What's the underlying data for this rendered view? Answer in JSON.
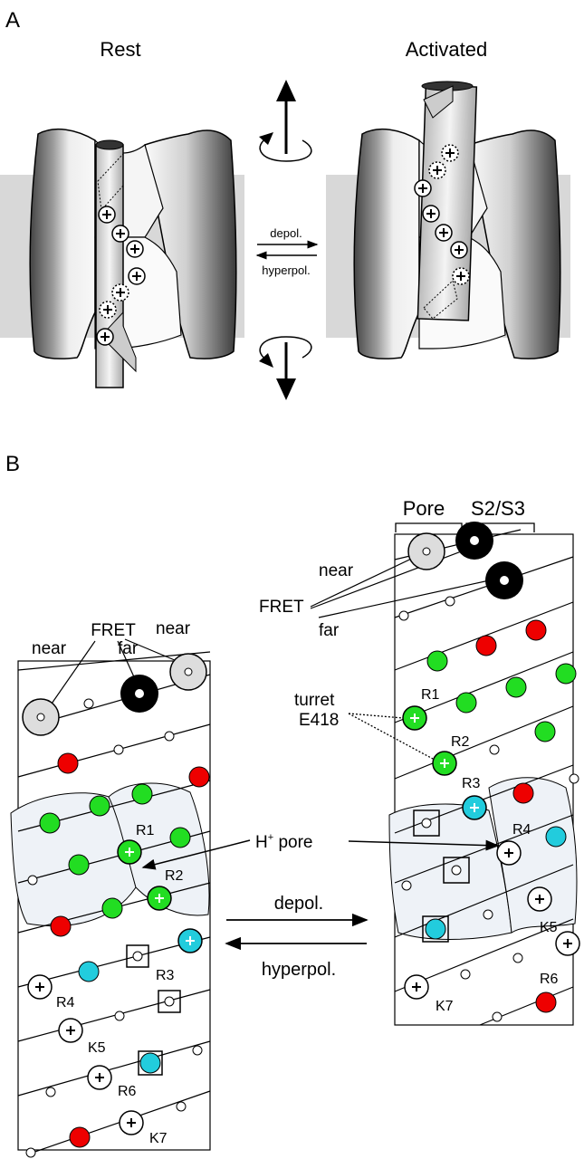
{
  "panel_a": {
    "letter": "A",
    "rest_title": "Rest",
    "activated_title": "Activated",
    "depol": "depol.",
    "hyperpol": "hyperpol."
  },
  "panel_b": {
    "letter": "B",
    "pore_header": "Pore",
    "s2s3_header": "S2/S3",
    "left": {
      "fret": "FRET",
      "near1": "near",
      "far": "far",
      "near2": "near",
      "residues": [
        "R1",
        "R2",
        "R3",
        "R4",
        "K5",
        "R6",
        "K7"
      ]
    },
    "right": {
      "near": "near",
      "fret": "FRET",
      "far": "far",
      "turret": "turret",
      "e418": "E418",
      "residues": [
        "R1",
        "R2",
        "R3",
        "R4",
        "K5",
        "R6",
        "K7"
      ]
    },
    "h_pore": "H",
    "h_sup": "+",
    "h_pore_suffix": " pore",
    "depol": "depol.",
    "hyperpol": "hyperpol."
  },
  "colors": {
    "green": "#22dd22",
    "red": "#ee0000",
    "cyan": "#22ccdd",
    "membrane": "#d8d8d8",
    "pore_fill": "#eef2f7"
  }
}
